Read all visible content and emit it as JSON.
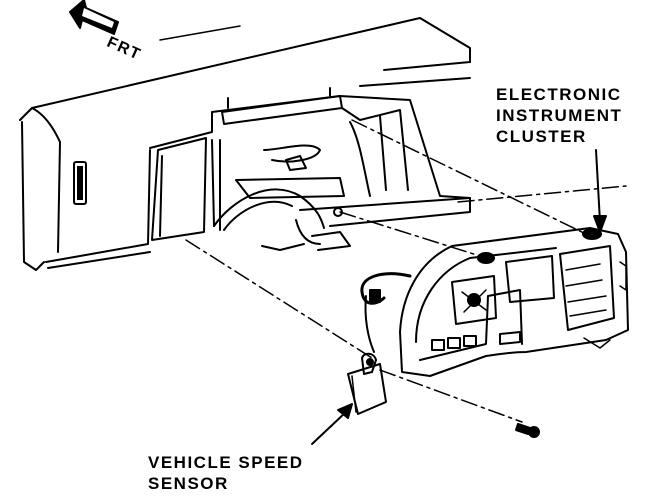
{
  "direction_label": "FRT",
  "cluster_label": [
    "ELECTRONIC",
    "INSTRUMENT",
    "CLUSTER"
  ],
  "sensor_label": [
    "VEHICLE SPEED",
    "SENSOR"
  ]
}
